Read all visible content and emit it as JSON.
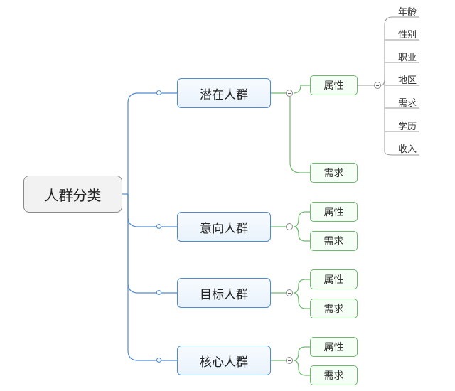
{
  "root": {
    "label": "人群分类"
  },
  "groups": [
    {
      "label": "潜在人群",
      "children": [
        {
          "label": "属性",
          "leaves": [
            "年龄",
            "性别",
            "职业",
            "地区",
            "需求",
            "学历",
            "收入"
          ]
        },
        {
          "label": "需求"
        }
      ]
    },
    {
      "label": "意向人群",
      "children": [
        {
          "label": "属性"
        },
        {
          "label": "需求"
        }
      ]
    },
    {
      "label": "目标人群",
      "children": [
        {
          "label": "属性"
        },
        {
          "label": "需求"
        }
      ]
    },
    {
      "label": "核心人群",
      "children": [
        {
          "label": "属性"
        },
        {
          "label": "需求"
        }
      ]
    }
  ],
  "colors": {
    "level1_line": "#4f8bd0",
    "level2_line": "#6dbb6d",
    "leaf_line": "#999999"
  }
}
